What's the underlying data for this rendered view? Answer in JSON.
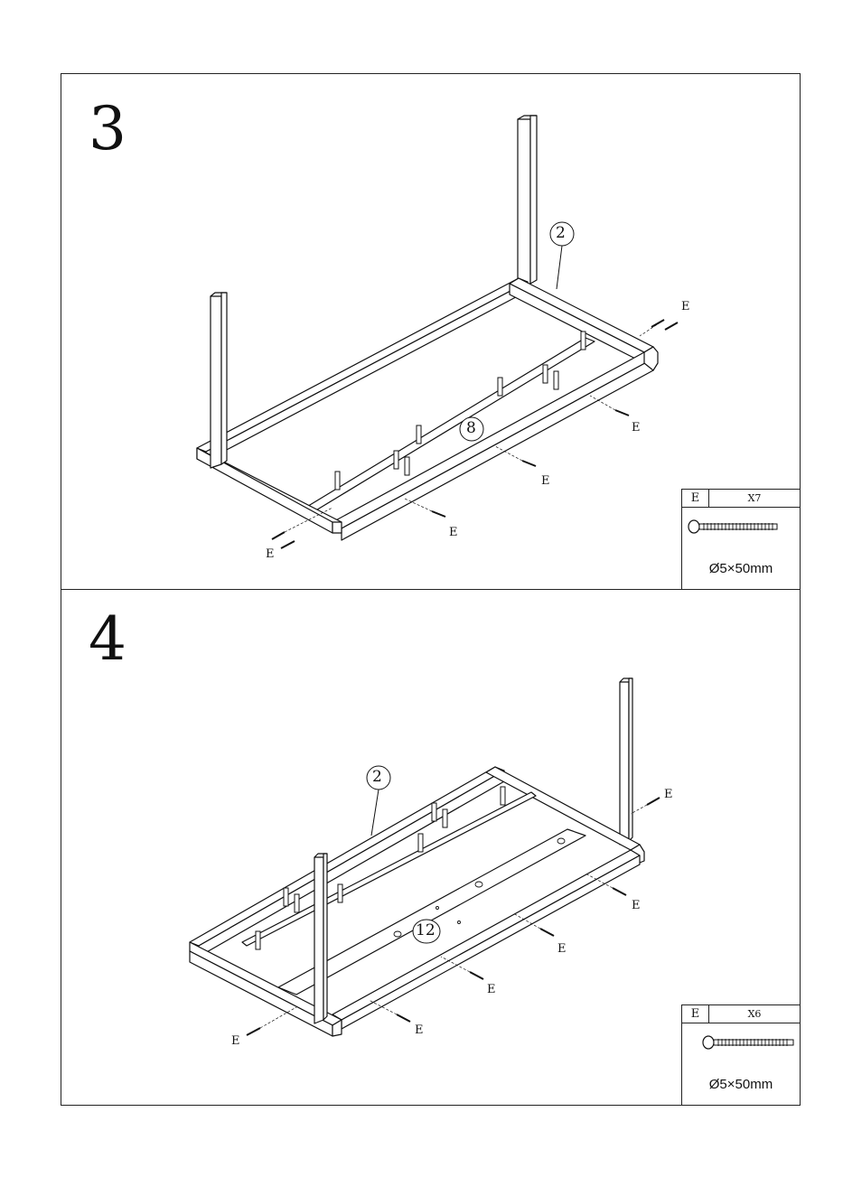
{
  "step3": {
    "number": "3",
    "callouts": {
      "part_a": "2",
      "part_b": "8"
    },
    "fastener_label": "E",
    "parts_box": {
      "letter": "E",
      "quantity": "X7",
      "dimension": "Ø5×50mm"
    }
  },
  "step4": {
    "number": "4",
    "callouts": {
      "part_a": "2",
      "part_b": "12"
    },
    "fastener_label": "E",
    "parts_box": {
      "letter": "E",
      "quantity": "X6",
      "dimension": "Ø5×50mm"
    }
  }
}
